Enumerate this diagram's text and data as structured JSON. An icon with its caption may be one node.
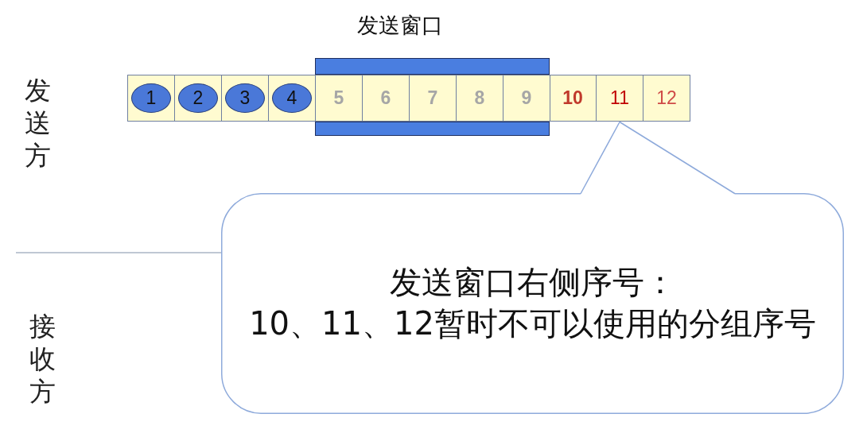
{
  "diagram": {
    "nodes": [
      {
        "text": [
          "发送窗口"
        ]
      },
      {
        "text": [
          "1"
        ]
      },
      {
        "text": [
          "2"
        ]
      },
      {
        "text": [
          "3"
        ]
      },
      {
        "text": [
          "4"
        ]
      },
      {
        "text": [
          "5"
        ],
        "in": 0
      },
      {
        "text": [
          "6"
        ],
        "in": 0
      },
      {
        "text": [
          "7"
        ],
        "in": 0
      },
      {
        "text": [
          "8"
        ],
        "in": 0
      },
      {
        "text": [
          "9"
        ],
        "in": 0
      },
      {
        "text": [
          "10"
        ]
      },
      {
        "text": [
          "11"
        ]
      },
      {
        "text": [
          "12"
        ]
      },
      {
        "text": [
          "发送窗口右侧序号：",
          "10、11、12暂时不可以使用的分组序号"
        ]
      }
    ],
    "edges": [
      {
        "from": 13,
        "to": 11,
        "arrow": "none"
      }
    ],
    "labels": [
      "发送方",
      "接收方"
    ]
  }
}
